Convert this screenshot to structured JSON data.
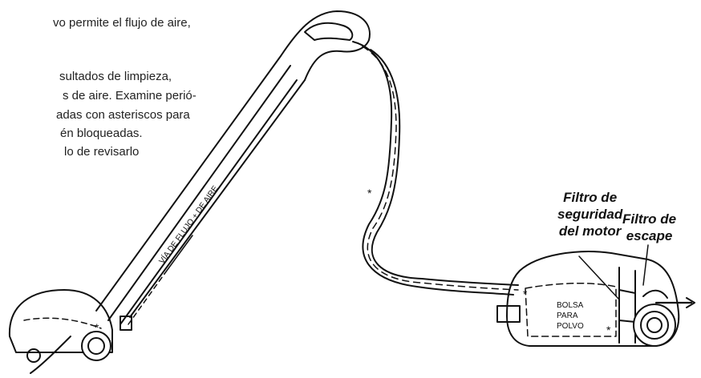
{
  "text": {
    "lines": [
      "vo permite el flujo de aire,",
      "sultados de limpieza,",
      "s de aire. Examine perió-",
      "adas con asteriscos para",
      "én bloqueadas.",
      "lo de revisarlo"
    ]
  },
  "diagram": {
    "hose_label": "VÍA DE FLUJO + DE AIRE",
    "bag_label": [
      "BOLSA",
      "PARA",
      "POLVO"
    ]
  },
  "callouts": {
    "motor_filter": [
      "Filtro de",
      "seguridad",
      "del motor"
    ],
    "exhaust_filter": [
      "Filtro de",
      "escape"
    ]
  }
}
